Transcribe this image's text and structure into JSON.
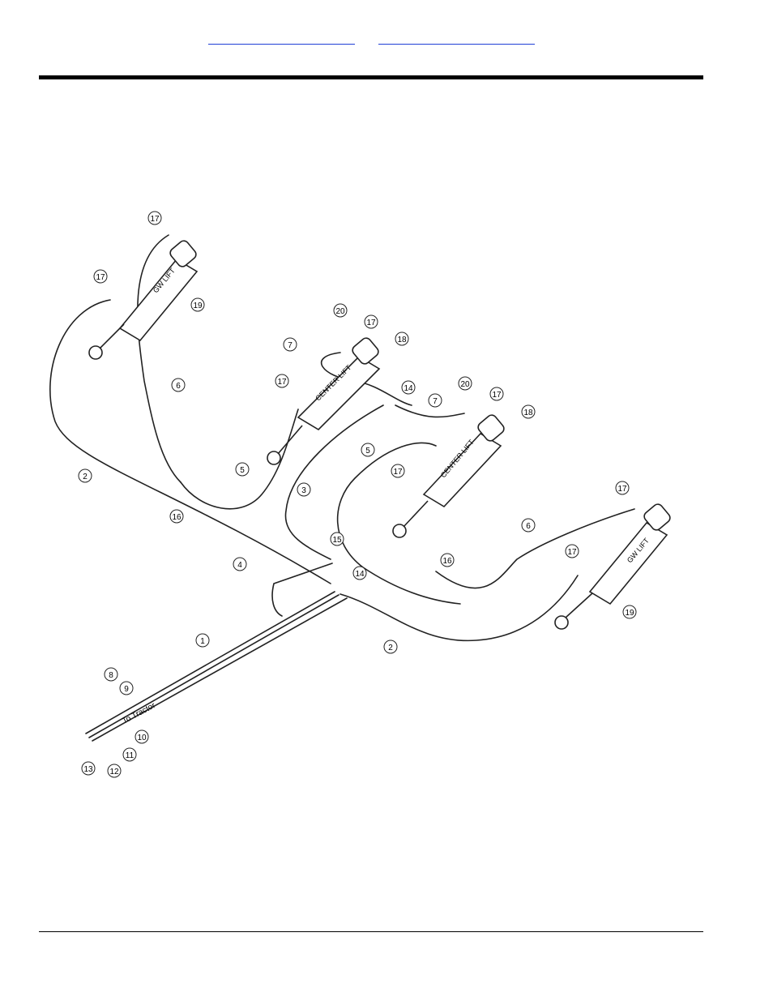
{
  "header": {
    "links": [
      {
        "label": ""
      },
      {
        "label": ""
      }
    ]
  },
  "diagram": {
    "cylinder_labels": {
      "gw_lift": "GW LIFT",
      "center_lift": "CENTER LIFT"
    },
    "hose_label": "To Tractor",
    "callouts": [
      "1",
      "2",
      "3",
      "4",
      "5",
      "6",
      "7",
      "8",
      "9",
      "10",
      "11",
      "12",
      "13",
      "14",
      "15",
      "16",
      "17",
      "18",
      "19",
      "20"
    ]
  }
}
